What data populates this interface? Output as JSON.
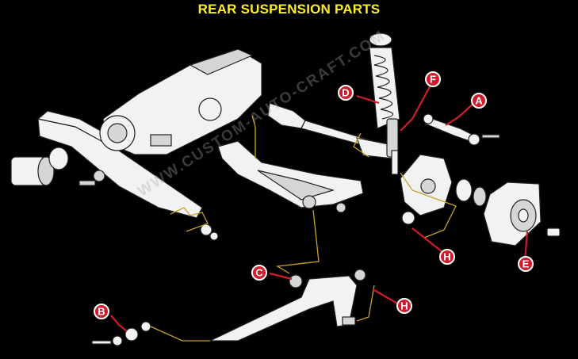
{
  "title": "REAR SUSPENSION PARTS",
  "watermark": "WWW.CUSTOM-AUTO-CRAFT.COM",
  "colors": {
    "background": "#000000",
    "title": "#ffee22",
    "callout": "#d01c2a",
    "leader": "#c9a227"
  },
  "callouts": [
    {
      "id": "A",
      "label": "A",
      "part": "toe-link"
    },
    {
      "id": "B",
      "label": "B",
      "part": "lower-arm-bolt-and-bushing"
    },
    {
      "id": "C",
      "label": "C",
      "part": "lower-arm-bushing"
    },
    {
      "id": "D",
      "label": "D",
      "part": "coil-spring"
    },
    {
      "id": "E",
      "label": "E",
      "part": "brake-disc"
    },
    {
      "id": "F",
      "label": "F",
      "part": "shock-absorber"
    },
    {
      "id": "H1",
      "label": "H",
      "part": "knuckle-bushing"
    },
    {
      "id": "H2",
      "label": "H",
      "part": "lower-link-bushing"
    }
  ]
}
